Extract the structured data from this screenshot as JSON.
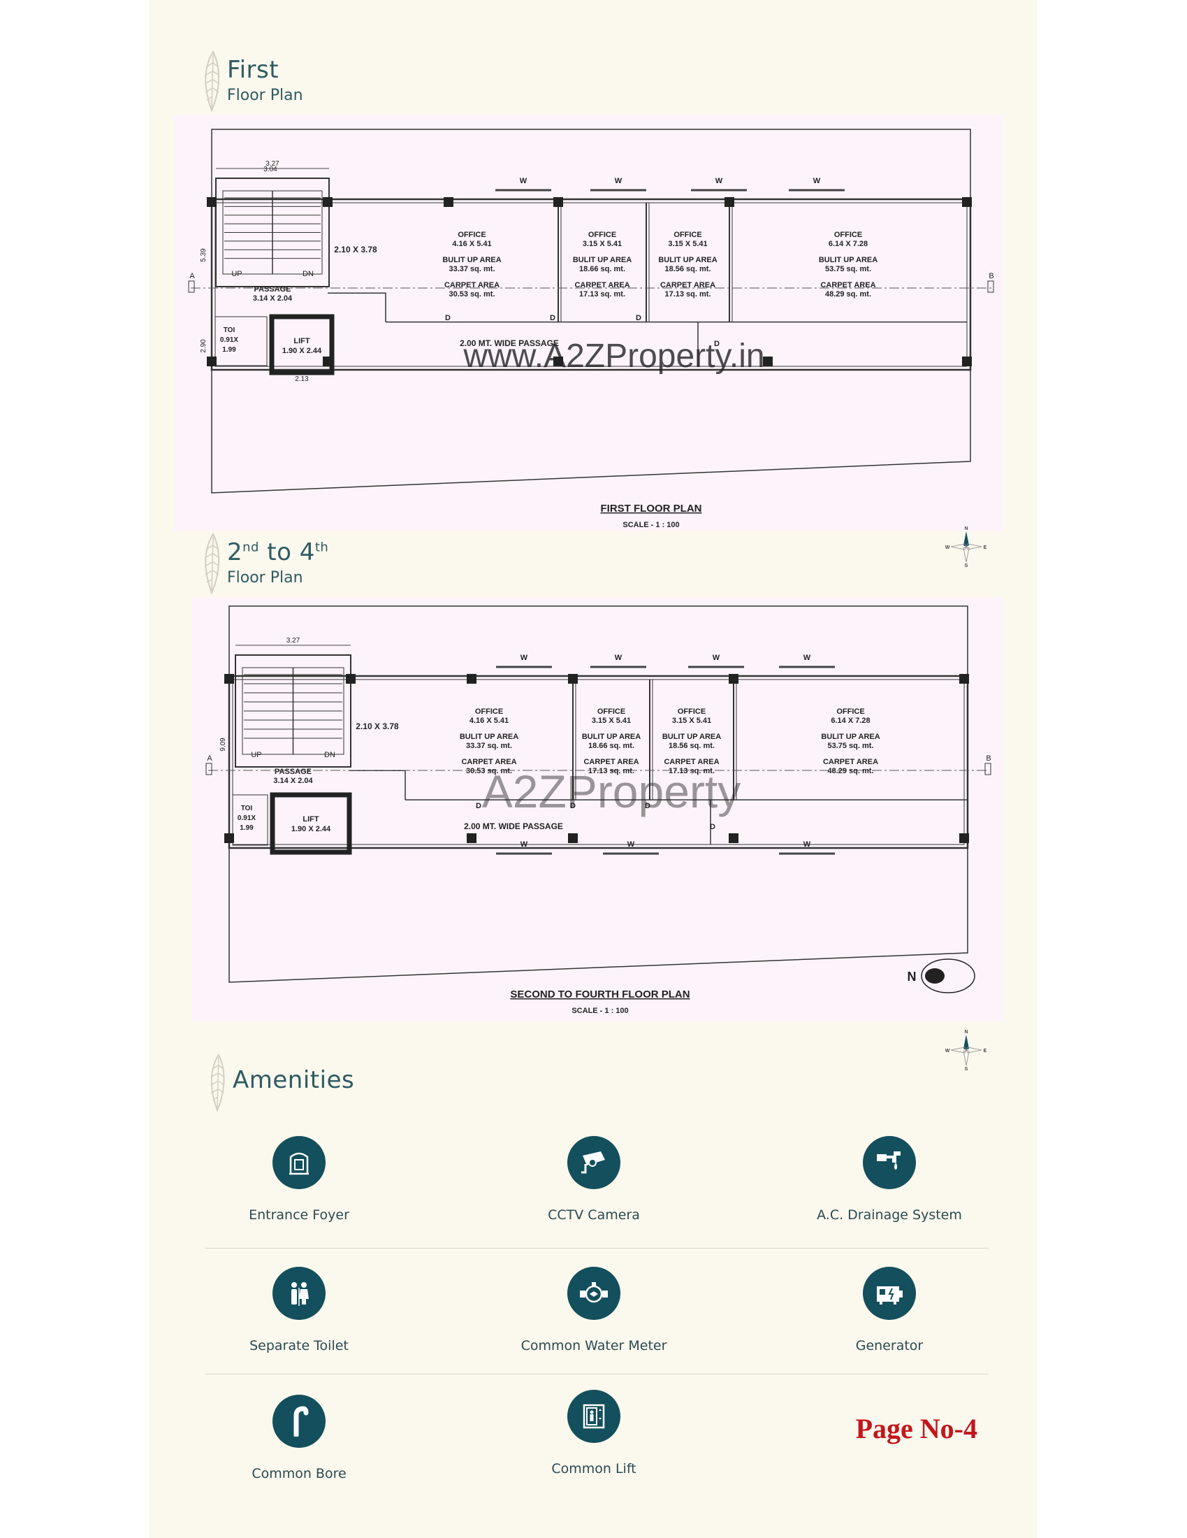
{
  "sections": {
    "first": {
      "title": "First",
      "subtitle": "Floor Plan"
    },
    "upper": {
      "title_prefix": "2",
      "sup1": "nd",
      "title_mid": " to 4",
      "sup2": "th",
      "subtitle": "Floor Plan"
    },
    "amenities": {
      "title": "Amenities"
    }
  },
  "plan_first": {
    "caption": "FIRST FLOOR PLAN",
    "scale": "SCALE - 1 : 100",
    "watermark": "www.A2ZProperty.in",
    "dims": {
      "top": "3.27",
      "inner": "3.04",
      "side_upper": "5.39",
      "side_lower": "2.90",
      "bottom": "2.13"
    },
    "stair": {
      "up": "UP",
      "dn": "DN"
    },
    "passage": {
      "name": "PASSAGE",
      "size": "3.14 X 2.04"
    },
    "toilet": {
      "name": "TOI",
      "size1": "0.91X",
      "size2": "1.99"
    },
    "lift": {
      "name": "LIFT",
      "size": "1.90 X 2.44"
    },
    "lobby": "2.10 X 3.78",
    "corridor": "2.00 MT. WIDE PASSAGE",
    "door": "D",
    "window": "W",
    "section_mark": {
      "a": "A",
      "b": "B"
    },
    "offices": [
      {
        "name": "OFFICE",
        "size": "4.16 X 5.41",
        "bua_label": "BULIT UP AREA",
        "bua": "33.37 sq. mt.",
        "ca_label": "CARPET AREA",
        "ca": "30.53 sq. mt."
      },
      {
        "name": "OFFICE",
        "size": "3.15 X 5.41",
        "bua_label": "BULIT UP AREA",
        "bua": "18.66 sq. mt.",
        "ca_label": "CARPET AREA",
        "ca": "17.13 sq. mt."
      },
      {
        "name": "OFFICE",
        "size": "3.15 X 5.41",
        "bua_label": "BULIT UP AREA",
        "bua": "18.56 sq. mt.",
        "ca_label": "CARPET AREA",
        "ca": "17.13 sq. mt."
      },
      {
        "name": "OFFICE",
        "size": "6.14 X 7.28",
        "bua_label": "BULIT UP AREA",
        "bua": "53.75 sq. mt.",
        "ca_label": "CARPET AREA",
        "ca": "48.29 sq. mt."
      }
    ]
  },
  "plan_upper": {
    "caption": "SECOND TO FOURTH  FLOOR PLAN",
    "scale": "SCALE - 1 : 100",
    "watermark": "A2ZProperty",
    "north": "N",
    "dims": {
      "top": "3.27",
      "side": "9.09"
    },
    "stair": {
      "up": "UP",
      "dn": "DN"
    },
    "passage": {
      "name": "PASSAGE",
      "size": "3.14 X 2.04"
    },
    "toilet": {
      "name": "TOI",
      "size1": "0.91X",
      "size2": "1.99"
    },
    "lift": {
      "name": "LIFT",
      "size": "1.90 X 2.44"
    },
    "lobby": "2.10 X 3.78",
    "corridor": "2.00 MT. WIDE PASSAGE",
    "door": "D",
    "window": "W",
    "section_mark": {
      "a": "A",
      "b": "B"
    },
    "offices": [
      {
        "name": "OFFICE",
        "size": "4.16 X 5.41",
        "bua_label": "BULIT UP AREA",
        "bua": "33.37 sq. mt.",
        "ca_label": "CARPET AREA",
        "ca": "30.53 sq. mt."
      },
      {
        "name": "OFFICE",
        "size": "3.15 X 5.41",
        "bua_label": "BULIT UP AREA",
        "bua": "18.66 sq. mt.",
        "ca_label": "CARPET AREA",
        "ca": "17.13 sq. mt."
      },
      {
        "name": "OFFICE",
        "size": "3.15 X 5.41",
        "bua_label": "BULIT UP AREA",
        "bua": "18.56 sq. mt.",
        "ca_label": "CARPET AREA",
        "ca": "17.13 sq. mt."
      },
      {
        "name": "OFFICE",
        "size": "6.14 X 7.28",
        "bua_label": "BULIT UP AREA",
        "bua": "53.75 sq. mt.",
        "ca_label": "CARPET AREA",
        "ca": "48.29 sq. mt."
      }
    ]
  },
  "compass": {
    "n": "N",
    "s": "S",
    "e": "E",
    "w": "W"
  },
  "amenities": [
    {
      "label": "Entrance Foyer",
      "icon": "entrance-foyer-icon"
    },
    {
      "label": "CCTV Camera",
      "icon": "cctv-camera-icon"
    },
    {
      "label": "A.C. Drainage System",
      "icon": "ac-drainage-icon"
    },
    {
      "label": "Separate Toilet",
      "icon": "toilet-icon"
    },
    {
      "label": "Common Water Meter",
      "icon": "water-meter-icon"
    },
    {
      "label": "Generator",
      "icon": "generator-icon"
    },
    {
      "label": "Common Bore",
      "icon": "bore-icon"
    },
    {
      "label": "Common Lift",
      "icon": "lift-icon"
    }
  ],
  "colors": {
    "accent": "#134f5c",
    "heading": "#2e5b62",
    "page_no": "#c4161c",
    "page_bg": "#fbf8ee"
  },
  "page_number": "Page No-4"
}
